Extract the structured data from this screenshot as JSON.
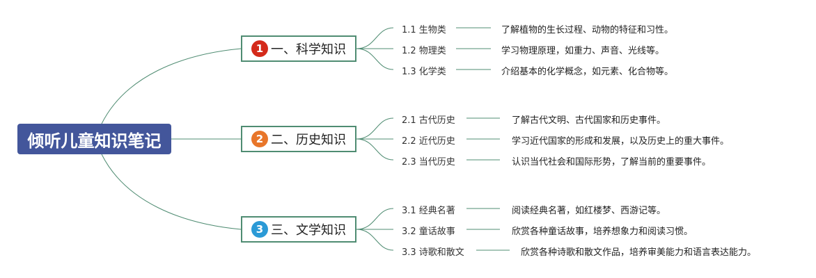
{
  "root": {
    "label": "倾听儿童知识笔记"
  },
  "colors": {
    "root_bg": "#43569b",
    "line": "#4f8c72",
    "badge1": "#d42a1a",
    "badge2": "#e8762a",
    "badge3": "#2b9ad6"
  },
  "topics": [
    {
      "badge": "1",
      "label": "一、科学知识",
      "subs": [
        {
          "label": "1.1 生物类",
          "desc": "了解植物的生长过程、动物的特征和习性。"
        },
        {
          "label": "1.2 物理类",
          "desc": "学习物理原理，如重力、声音、光线等。"
        },
        {
          "label": "1.3 化学类",
          "desc": "介绍基本的化学概念，如元素、化合物等。"
        }
      ]
    },
    {
      "badge": "2",
      "label": "二、历史知识",
      "subs": [
        {
          "label": "2.1 古代历史",
          "desc": "了解古代文明、古代国家和历史事件。"
        },
        {
          "label": "2.2 近代历史",
          "desc": "学习近代国家的形成和发展，以及历史上的重大事件。"
        },
        {
          "label": "2.3 当代历史",
          "desc": "认识当代社会和国际形势，了解当前的重要事件。"
        }
      ]
    },
    {
      "badge": "3",
      "label": "三、文学知识",
      "subs": [
        {
          "label": "3.1 经典名著",
          "desc": "阅读经典名著，如红楼梦、西游记等。"
        },
        {
          "label": "3.2 童话故事",
          "desc": "欣赏各种童话故事，培养想象力和阅读习惯。"
        },
        {
          "label": "3.3 诗歌和散文",
          "desc": "欣赏各种诗歌和散文作品，培养审美能力和语言表达能力。"
        }
      ]
    }
  ]
}
